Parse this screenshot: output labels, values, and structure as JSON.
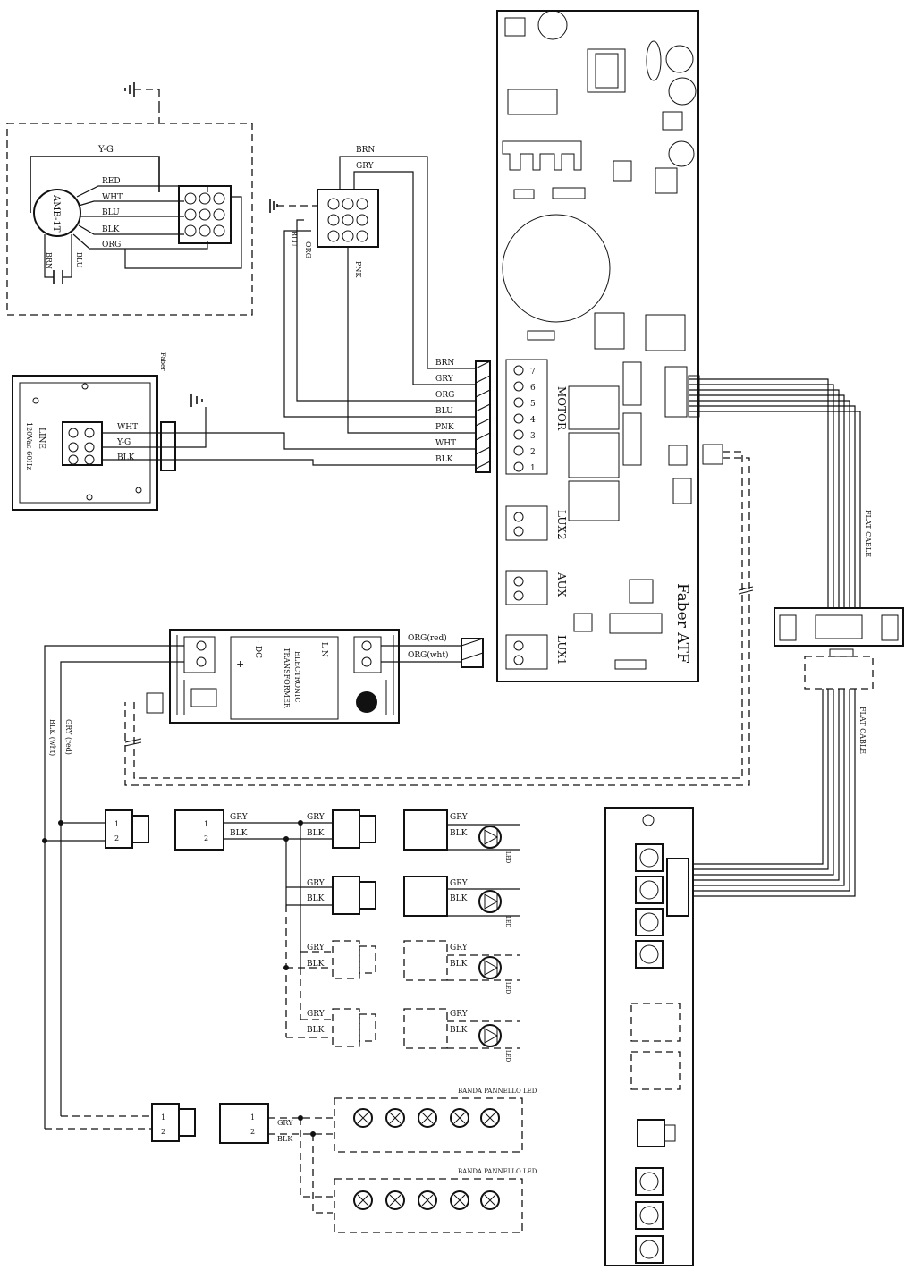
{
  "motor_box": {
    "motor_label": "AMB-1T",
    "wire_yg": "Y-G",
    "wires": [
      "RED",
      "WHT",
      "BLU",
      "BLK",
      "ORG"
    ],
    "cap_wires": [
      "BRN",
      "BLU"
    ]
  },
  "connector_labels": {
    "top": [
      "BRN",
      "GRY"
    ],
    "side": [
      "BLU",
      "ORG",
      "PNK"
    ]
  },
  "power_box": {
    "label_line1": "LINE",
    "label_line2": "120Vac 60Hz",
    "wires": [
      "WHT",
      "Y-G",
      "BLK"
    ],
    "edge_label": "Faber"
  },
  "terminal_strip_wires": [
    "BRN",
    "GRY",
    "ORG",
    "BLU",
    "PNK",
    "WHT",
    "BLK"
  ],
  "control_board": {
    "motor_label": "MOTOR",
    "motor_pins": [
      "7",
      "6",
      "5",
      "4",
      "3",
      "2",
      "1"
    ],
    "lux2_label": "LUX2",
    "aux_label": "AUX",
    "lux1_label": "LUX1",
    "board_name": "Faber ATF"
  },
  "flat_cable_labels": [
    "FLAT CABLE",
    "FLAT CABLE"
  ],
  "transformer": {
    "title_line1": "ELECTRONIC",
    "title_line2": "TRANSFORMER",
    "ln": "L  N",
    "dc": "- DC",
    "plus": "+",
    "out_wires": [
      "ORG(red)",
      "ORG(wht)"
    ]
  },
  "low_voltage_wires": [
    "GRY (red)",
    "BLK (wht)"
  ],
  "connector_pins": [
    "1",
    "2"
  ],
  "lamp_wires": [
    "GRY",
    "BLK"
  ],
  "lamp_label": "LED",
  "led_strip_label": "BANDA PANNELLO LED",
  "led_strip_wires": [
    "GRY",
    "BLK"
  ]
}
